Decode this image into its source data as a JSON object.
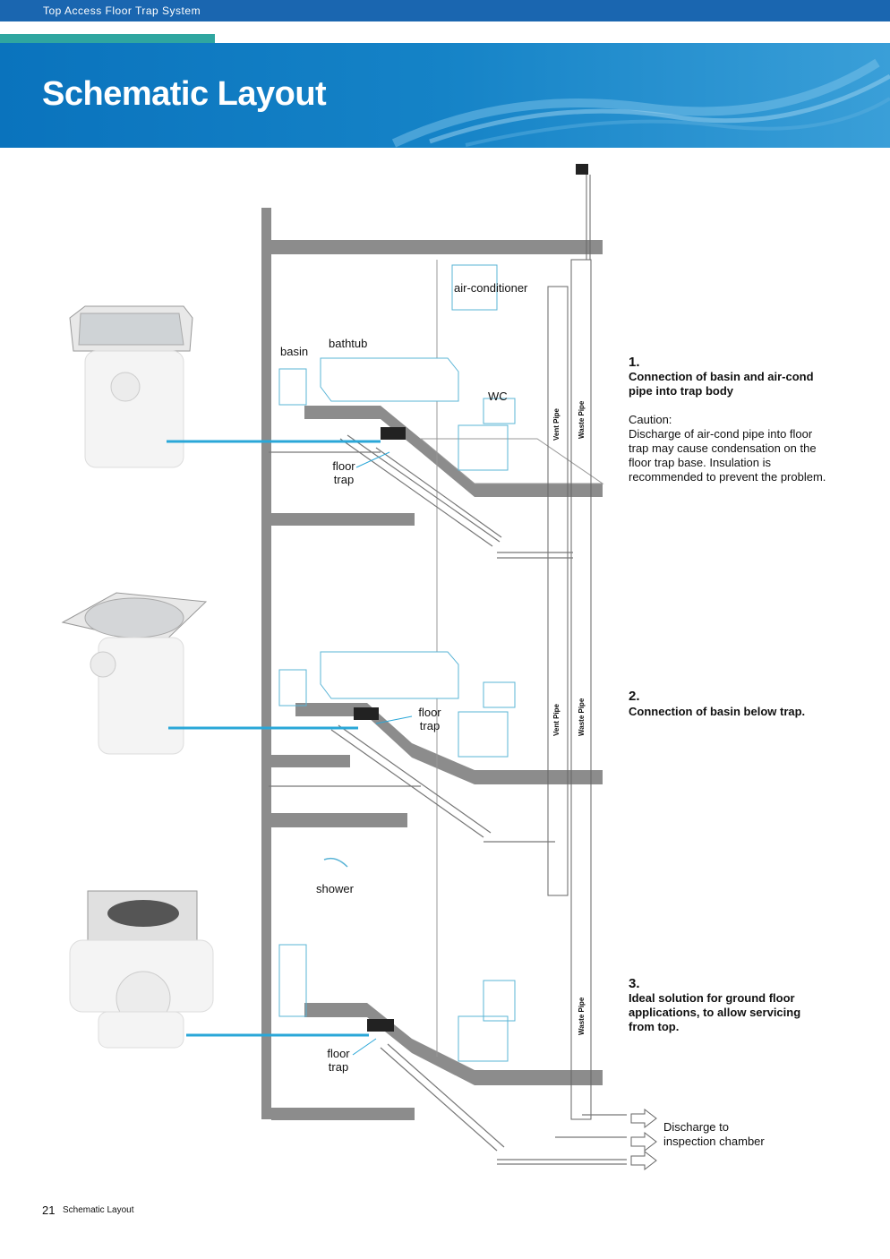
{
  "header": {
    "section_title": "Top Access Floor Trap System",
    "page_title": "Schematic Layout"
  },
  "diagram": {
    "labels": {
      "air_conditioner": "air-conditioner",
      "basin": "basin",
      "bathtub": "bathtub",
      "wc": "WC",
      "floor_trap_1a": "floor",
      "floor_trap_1b": "trap",
      "floor_trap_2a": "floor",
      "floor_trap_2b": "trap",
      "shower": "shower",
      "floor_trap_3a": "floor",
      "floor_trap_3b": "trap",
      "vent_pipe_1": "Vent Pipe",
      "waste_pipe_1": "Waste Pipe",
      "vent_pipe_2": "Vent Pipe",
      "waste_pipe_2": "Waste Pipe",
      "waste_pipe_3": "Waste Pipe",
      "discharge_1": "Discharge to",
      "discharge_2": "inspection chamber"
    }
  },
  "notes": [
    {
      "number": "1.",
      "title": "Connection of basin and air-cond pipe into trap body",
      "caution_label": "Caution:",
      "caution_text": "Discharge of air-cond pipe into floor trap may cause condensation on the floor trap base. Insulation is recommended to prevent the problem."
    },
    {
      "number": "2.",
      "title": "Connection of basin below trap."
    },
    {
      "number": "3.",
      "title": "Ideal solution for ground floor applications, to allow servicing from top."
    }
  ],
  "footer": {
    "page_number": "21",
    "page_label": "Schematic Layout"
  },
  "colors": {
    "header_blue": "#1a66b0",
    "banner_blue": "#0a73bd",
    "accent_teal": "#2fa6a0",
    "connector_blue": "#2aa7d8",
    "slab_gray": "#8c8c8c"
  }
}
